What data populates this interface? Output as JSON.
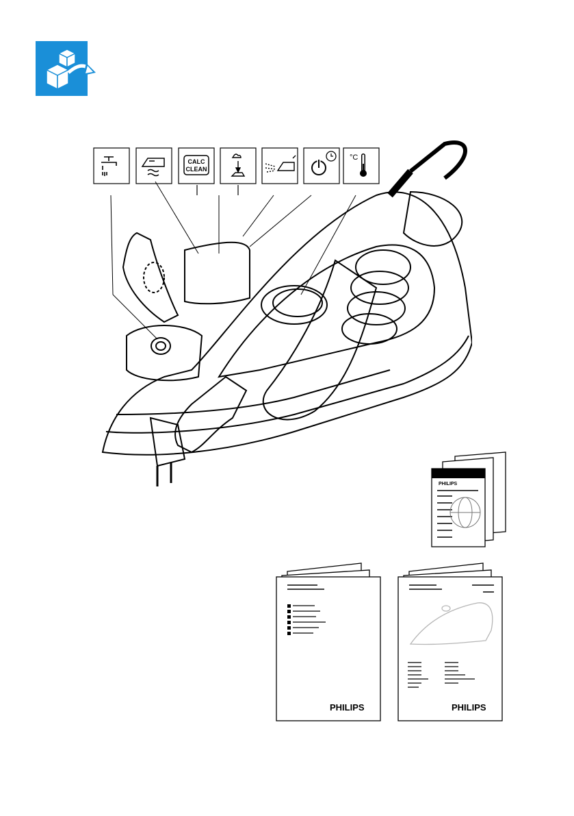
{
  "unbox_icon": {
    "icon": "unbox-icon",
    "color": "#1a8fd8"
  },
  "feature_icons": [
    {
      "name": "tap-water-icon"
    },
    {
      "name": "steam-icon"
    },
    {
      "name": "calc-clean-icon",
      "line1": "CALC",
      "line2": "CLEAN"
    },
    {
      "name": "steam-shot-icon"
    },
    {
      "name": "spray-icon"
    },
    {
      "name": "auto-off-icon"
    },
    {
      "name": "temperature-icon",
      "label": "°C"
    }
  ],
  "leaflet": {
    "brand": "PHILIPS"
  },
  "booklet_left": {
    "brand": "PHILIPS"
  },
  "booklet_right": {
    "brand": "PHILIPS"
  }
}
